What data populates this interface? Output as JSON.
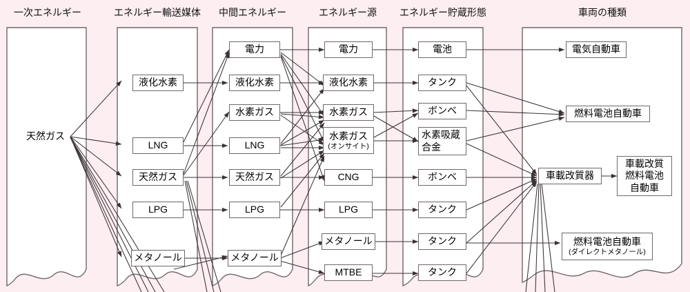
{
  "diagram": {
    "title_row": [
      {
        "label": "一次エネルギー"
      },
      {
        "label": "エネルギー輸送媒体"
      },
      {
        "label": "中間エネルギー"
      },
      {
        "label": "エネルギー源"
      },
      {
        "label": "エネルギー貯蔵形態"
      },
      {
        "label": "車両の種類"
      }
    ],
    "columns": [
      {
        "name": "primary-energy",
        "nodes": [
          {
            "id": "p-natural-gas",
            "label": "天然ガス",
            "boxed": false
          }
        ]
      },
      {
        "name": "energy-transport-medium",
        "nodes": [
          {
            "id": "t-lh2",
            "label": "液化水素"
          },
          {
            "id": "t-lng",
            "label": "LNG"
          },
          {
            "id": "t-natural-gas",
            "label": "天然ガス"
          },
          {
            "id": "t-lpg",
            "label": "LPG"
          },
          {
            "id": "t-methanol",
            "label": "メタノール"
          }
        ]
      },
      {
        "name": "intermediate-energy",
        "nodes": [
          {
            "id": "m-electricity",
            "label": "電力"
          },
          {
            "id": "m-lh2",
            "label": "液化水素"
          },
          {
            "id": "m-h2-gas",
            "label": "水素ガス"
          },
          {
            "id": "m-lng",
            "label": "LNG"
          },
          {
            "id": "m-natural-gas",
            "label": "天然ガス"
          },
          {
            "id": "m-lpg",
            "label": "LPG"
          },
          {
            "id": "m-methanol",
            "label": "メタノール"
          }
        ]
      },
      {
        "name": "energy-source",
        "nodes": [
          {
            "id": "s-electricity",
            "label": "電力"
          },
          {
            "id": "s-lh2",
            "label": "液化水素"
          },
          {
            "id": "s-h2-gas",
            "label": "水素ガス"
          },
          {
            "id": "s-h2-onsite",
            "label": "水素ガス",
            "sub": "(オンサイト)"
          },
          {
            "id": "s-cng",
            "label": "CNG"
          },
          {
            "id": "s-lpg",
            "label": "LPG"
          },
          {
            "id": "s-methanol",
            "label": "メタノール"
          },
          {
            "id": "s-mtbe",
            "label": "MTBE"
          }
        ]
      },
      {
        "name": "energy-storage-form",
        "nodes": [
          {
            "id": "st-battery",
            "label": "電池"
          },
          {
            "id": "st-tank-lh2",
            "label": "タンク"
          },
          {
            "id": "st-cylinder-h2",
            "label": "ボンベ"
          },
          {
            "id": "st-hydrogen-alloy",
            "label": "水素吸蔵",
            "sub2": "合金"
          },
          {
            "id": "st-cylinder-cng",
            "label": "ボンベ"
          },
          {
            "id": "st-tank-lpg",
            "label": "タンク"
          },
          {
            "id": "st-tank-methanol",
            "label": "タンク"
          },
          {
            "id": "st-tank-mtbe",
            "label": "タンク"
          }
        ]
      },
      {
        "name": "vehicle-types",
        "nodes": [
          {
            "id": "v-ev",
            "label": "電気自動車"
          },
          {
            "id": "v-fcv",
            "label": "燃料電池自動車"
          },
          {
            "id": "v-reformer",
            "label": "車載改質器"
          },
          {
            "id": "v-onboard-fcv",
            "label": "車載改質",
            "line2": "燃料電池",
            "line3": "自動車"
          },
          {
            "id": "v-dmfc",
            "label": "燃料電池自動車",
            "sub": "(ダイレクトメタノール)"
          }
        ]
      }
    ],
    "colors": {
      "background": "#fceef1",
      "panel": "#ffffff",
      "stroke": "#6f666a",
      "line": "#3a3236",
      "text": "#000000"
    }
  }
}
